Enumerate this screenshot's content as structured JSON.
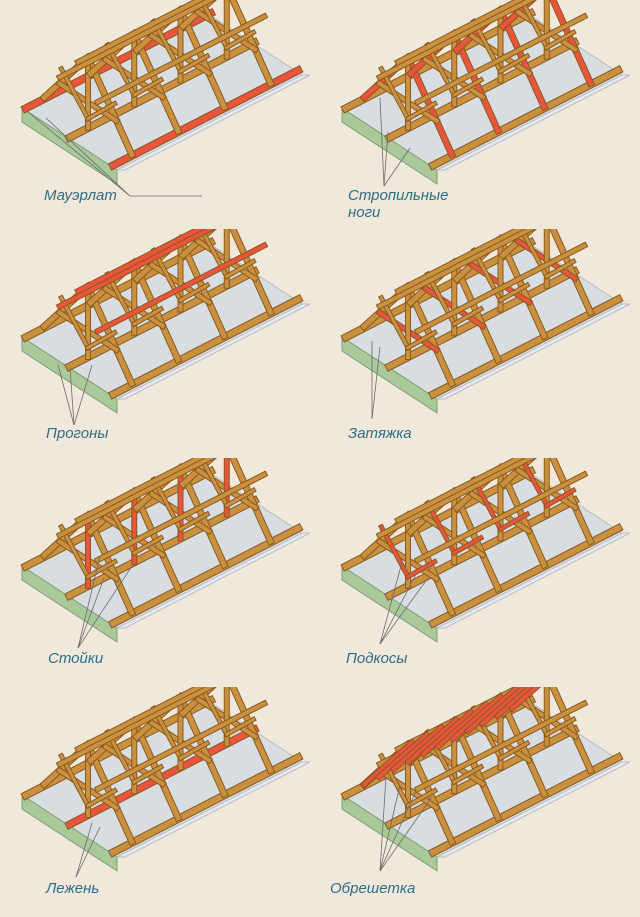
{
  "colors": {
    "wood": "#c9913f",
    "wood_dark": "#8a5a1f",
    "highlight": "#e8553c",
    "wall_front": "#a9c99a",
    "wall_top": "#d8dde2",
    "background": "#f1e8dc",
    "label": "#2c6e86"
  },
  "panels": [
    {
      "id": "mauerlat",
      "label": "Мауэрлат",
      "label2": "",
      "highlight": "mauerlat"
    },
    {
      "id": "rafters",
      "label": "Стропильные",
      "label2": "ноги",
      "highlight": "rafters"
    },
    {
      "id": "purlins",
      "label": "Прогоны",
      "label2": "",
      "highlight": "purlins"
    },
    {
      "id": "ties",
      "label": "Затяжка",
      "label2": "",
      "highlight": "ties"
    },
    {
      "id": "posts",
      "label": "Стойки",
      "label2": "",
      "highlight": "posts"
    },
    {
      "id": "braces",
      "label": "Подкосы",
      "label2": "",
      "highlight": "braces"
    },
    {
      "id": "sill",
      "label": "Лежень",
      "label2": "",
      "highlight": "sill"
    },
    {
      "id": "battens",
      "label": "Обрешетка",
      "label2": "",
      "highlight": "battens"
    }
  ]
}
